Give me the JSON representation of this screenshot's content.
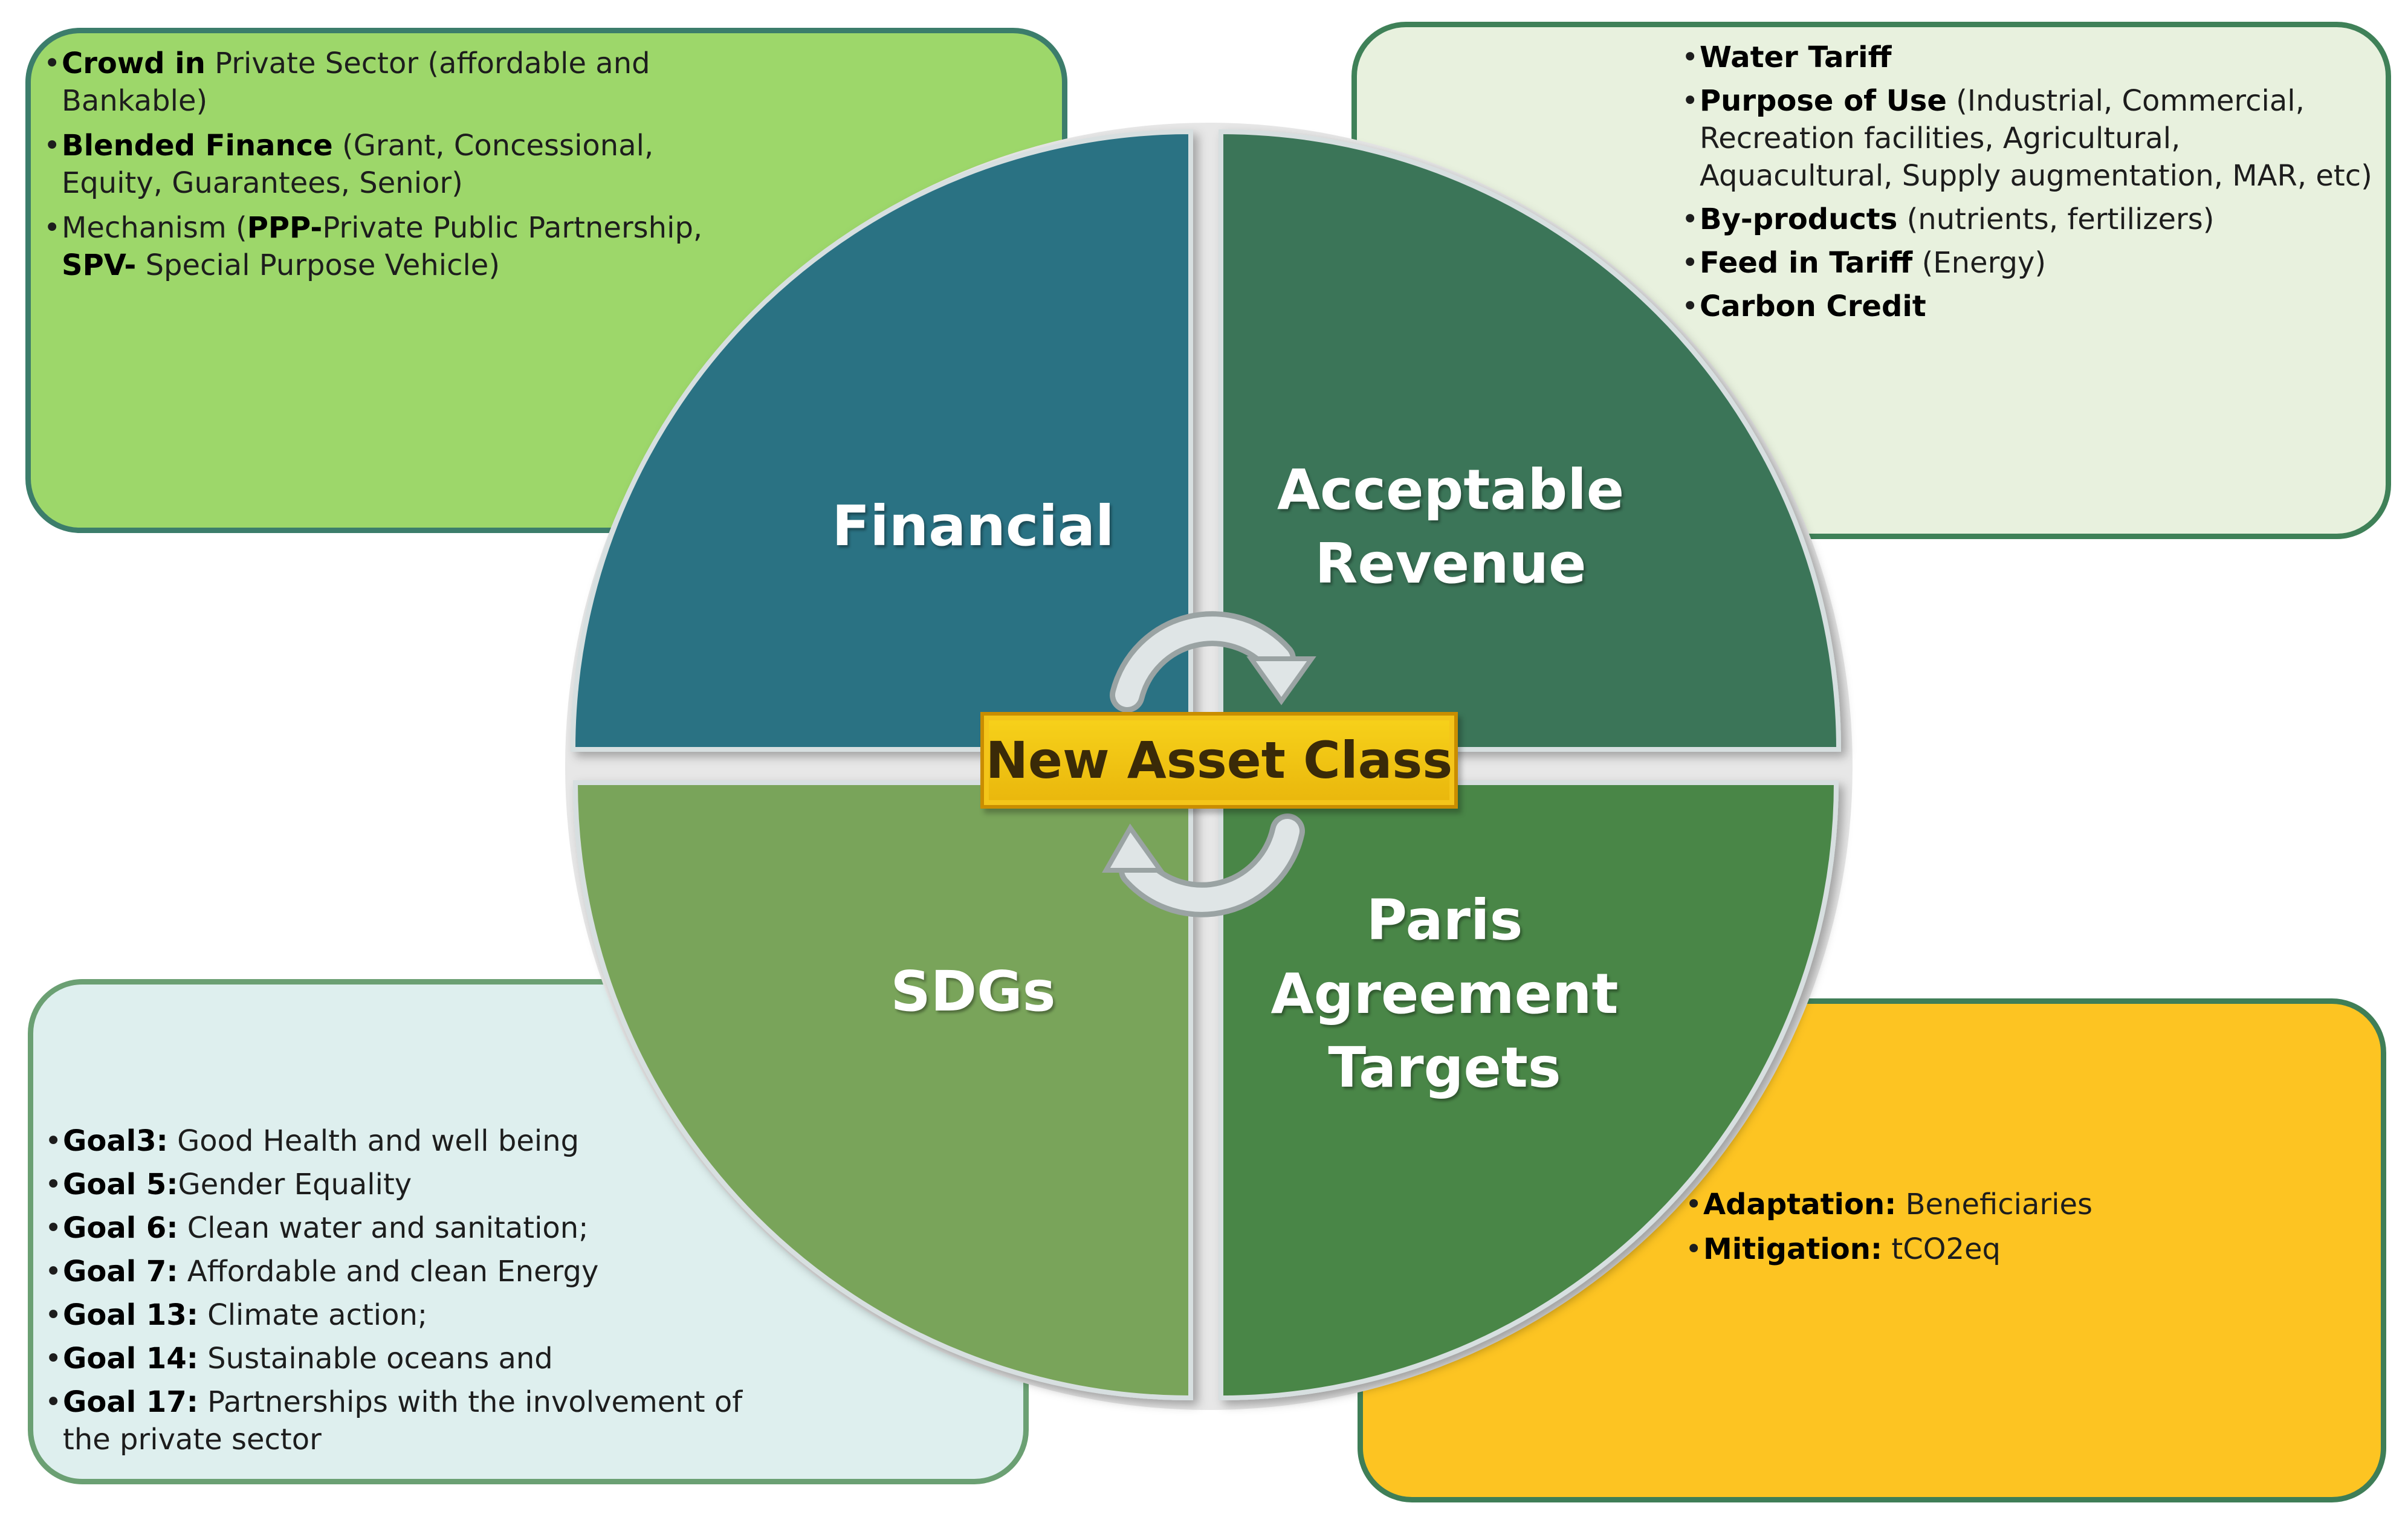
{
  "colors": {
    "financial": "#2a7283",
    "acceptable_revenue": "#3b7458",
    "sdgs": "#79a45a",
    "paris": "#4a8646",
    "box_top_left": "#9dd76a",
    "box_top_right": "#e8f1de",
    "box_bottom_left": "#deefee",
    "box_bottom_right": "#fdc422",
    "center": "#f2c415"
  },
  "center": {
    "label": "New Asset Class",
    "icon": "cycle-arrows-icon"
  },
  "quadrants": {
    "financial": {
      "label": "Financial"
    },
    "revenue": {
      "line1": "Acceptable",
      "line2": "Revenue"
    },
    "sdgs": {
      "label": "SDGs"
    },
    "paris": {
      "line1": "Paris",
      "line2": "Agreement",
      "line3": "Targets"
    }
  },
  "boxes": {
    "top_left": [
      {
        "bold": "Crowd in",
        "text": " Private Sector (affordable and Bankable)"
      },
      {
        "bold": "Blended Finance",
        "text": " (Grant, Concessional, Equity, Guarantees, Senior)"
      },
      {
        "pre": "Mechanism (",
        "bold": "PPP-",
        "text": "Private Public Partnership, ",
        "bold2": "SPV-",
        "text2": " Special Purpose Vehicle)"
      }
    ],
    "top_right": [
      {
        "bold": "Water Tariff",
        "text": ""
      },
      {
        "bold": "Purpose of Use",
        "text": " (Industrial, Commercial, Recreation facilities, Agricultural, Aquacultural, Supply augmentation, MAR, etc)"
      },
      {
        "bold": "By-products",
        "text": " (nutrients, fertilizers)"
      },
      {
        "bold": " Feed in Tariff",
        "text": " (Energy)"
      },
      {
        "bold": "Carbon Credit",
        "text": ""
      }
    ],
    "bottom_left": [
      {
        "bold": "Goal3:",
        "text": " Good Health and well being"
      },
      {
        "bold": "Goal 5:",
        "text": "Gender Equality"
      },
      {
        "bold": "Goal 6:",
        "text": " Clean water and sanitation;"
      },
      {
        "bold": "Goal 7:",
        "text": " Affordable and clean Energy"
      },
      {
        "bold": "Goal 13:",
        "text": " Climate action;"
      },
      {
        "bold": "Goal 14:",
        "text": " Sustainable oceans and"
      },
      {
        "bold": "Goal 17:",
        "text": " Partnerships with the involvement of the private sector"
      }
    ],
    "bottom_right": [
      {
        "bold": "Adaptation:",
        "text": " Beneficiaries"
      },
      {
        "bold": "Mitigation:",
        "text": " tCO2eq"
      }
    ]
  }
}
